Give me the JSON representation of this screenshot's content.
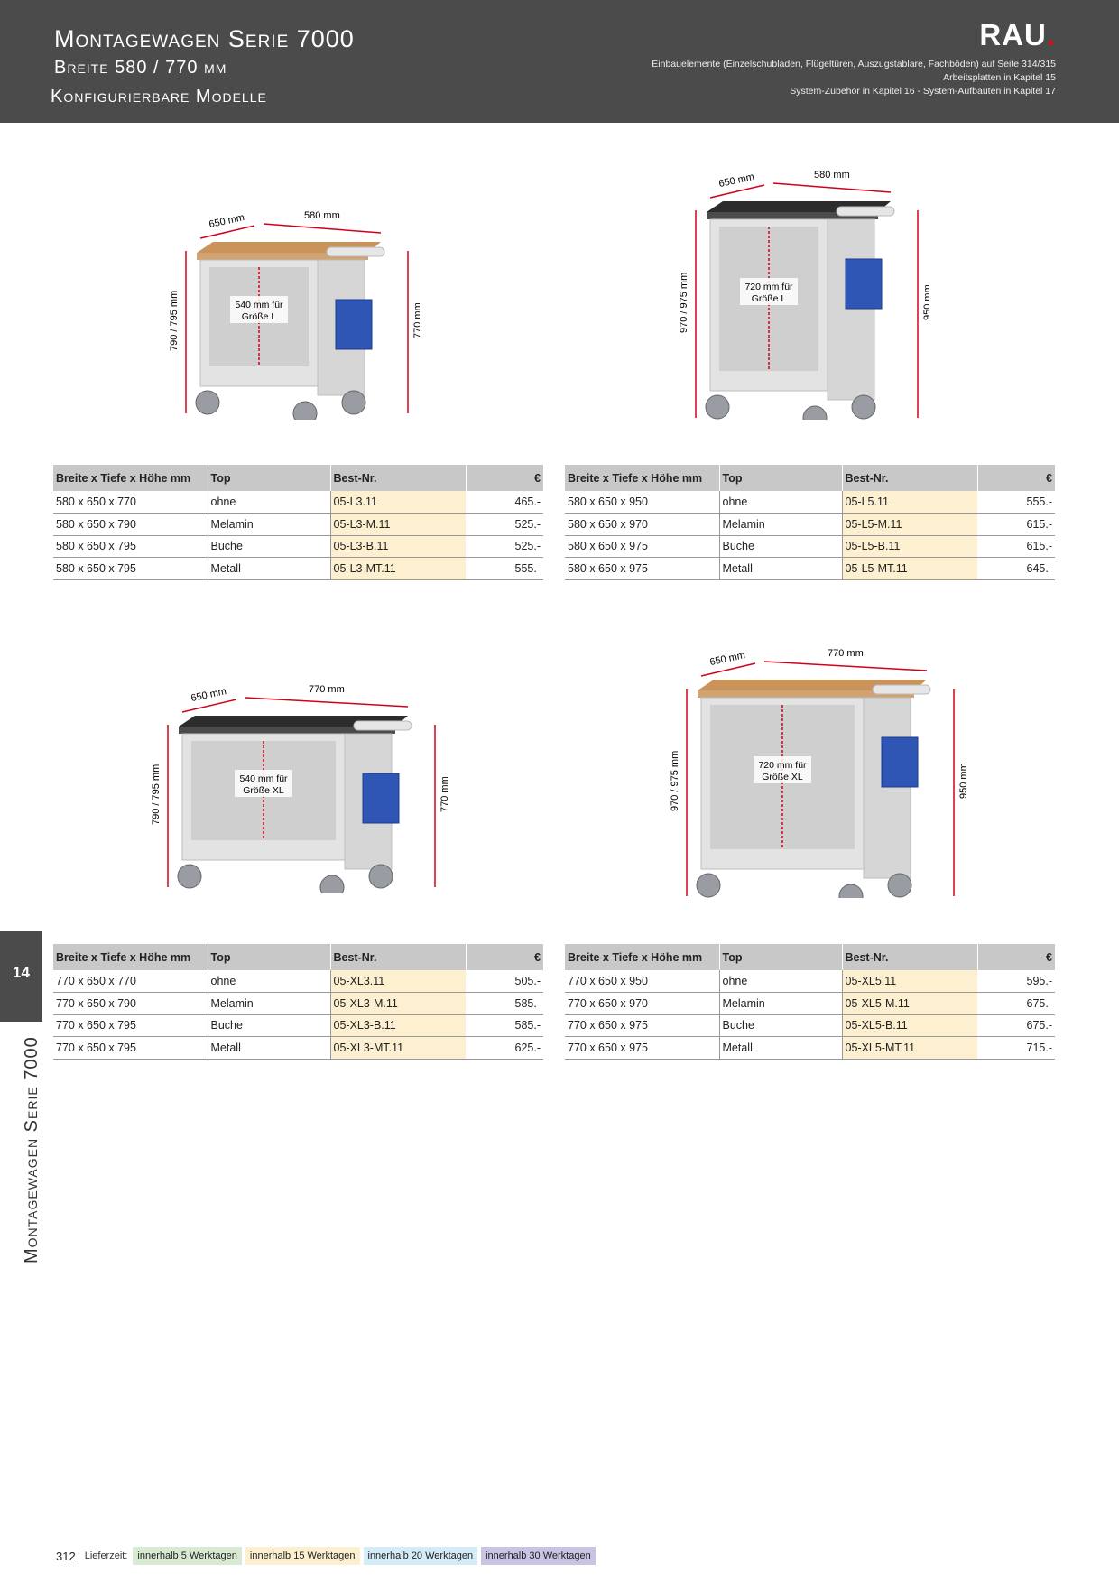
{
  "header": {
    "title": "Montagewagen Serie 7000",
    "subtitle": "Breite 580 / 770 mm",
    "subtitle2": "Konfigurierbare Modelle",
    "logo": "RAU",
    "logo_dot": ".",
    "notes": [
      "Einbauelemente (Einzelschubladen, Flügeltüren, Auszugstablare, Fachböden) auf Seite 314/315",
      "Arbeitsplatten in Kapitel 15",
      "System-Zubehör in Kapitel 16 - System-Aufbauten in Kapitel 17"
    ]
  },
  "side": {
    "chapter": "14",
    "label": "Montagewagen Serie 7000"
  },
  "products": [
    {
      "depth": "650 mm",
      "width": "580 mm",
      "height_left": "790 / 795 mm",
      "height_right": "770 mm",
      "inner": [
        "540 mm für",
        "Größe L"
      ],
      "top_color": "#c9935a"
    },
    {
      "depth": "650 mm",
      "width": "580 mm",
      "height_left": "970 / 975 mm",
      "height_right": "950 mm",
      "inner": [
        "720 mm für",
        "Größe L"
      ],
      "top_color": "#2c2c2c"
    },
    {
      "depth": "650 mm",
      "width": "770 mm",
      "height_left": "790 / 795 mm",
      "height_right": "770 mm",
      "inner": [
        "540 mm für",
        "Größe XL"
      ],
      "top_color": "#2c2c2c"
    },
    {
      "depth": "650 mm",
      "width": "770 mm",
      "height_left": "970 / 975 mm",
      "height_right": "950 mm",
      "inner": [
        "720 mm für",
        "Größe XL"
      ],
      "top_color": "#c9935a"
    }
  ],
  "table_headers": {
    "dims": "Breite x Tiefe x Höhe mm",
    "top": "Top",
    "best": "Best-Nr.",
    "eur": "€"
  },
  "tables": [
    {
      "rows": [
        {
          "dims": "580 x 650 x 770",
          "top": "ohne",
          "best": "05-L3.11",
          "price": "465.-"
        },
        {
          "dims": "580 x 650 x 790",
          "top": "Melamin",
          "best": "05-L3-M.11",
          "price": "525.-"
        },
        {
          "dims": "580 x 650 x 795",
          "top": "Buche",
          "best": "05-L3-B.11",
          "price": "525.-"
        },
        {
          "dims": "580 x 650 x 795",
          "top": "Metall",
          "best": "05-L3-MT.11",
          "price": "555.-"
        }
      ]
    },
    {
      "rows": [
        {
          "dims": "580 x 650 x 950",
          "top": "ohne",
          "best": "05-L5.11",
          "price": "555.-"
        },
        {
          "dims": "580 x 650 x 970",
          "top": "Melamin",
          "best": "05-L5-M.11",
          "price": "615.-"
        },
        {
          "dims": "580 x 650 x 975",
          "top": "Buche",
          "best": "05-L5-B.11",
          "price": "615.-"
        },
        {
          "dims": "580 x 650 x 975",
          "top": "Metall",
          "best": "05-L5-MT.11",
          "price": "645.-"
        }
      ]
    },
    {
      "rows": [
        {
          "dims": "770 x 650 x 770",
          "top": "ohne",
          "best": "05-XL3.11",
          "price": "505.-"
        },
        {
          "dims": "770 x 650 x 790",
          "top": "Melamin",
          "best": "05-XL3-M.11",
          "price": "585.-"
        },
        {
          "dims": "770 x 650 x 795",
          "top": "Buche",
          "best": "05-XL3-B.11",
          "price": "585.-"
        },
        {
          "dims": "770 x 650 x 795",
          "top": "Metall",
          "best": "05-XL3-MT.11",
          "price": "625.-"
        }
      ]
    },
    {
      "rows": [
        {
          "dims": "770 x 650 x 950",
          "top": "ohne",
          "best": "05-XL5.11",
          "price": "595.-"
        },
        {
          "dims": "770 x 650 x 970",
          "top": "Melamin",
          "best": "05-XL5-M.11",
          "price": "675.-"
        },
        {
          "dims": "770 x 650 x 975",
          "top": "Buche",
          "best": "05-XL5-B.11",
          "price": "675.-"
        },
        {
          "dims": "770 x 650 x 975",
          "top": "Metall",
          "best": "05-XL5-MT.11",
          "price": "715.-"
        }
      ]
    }
  ],
  "footer": {
    "page": "312",
    "lieferzeit": "Lieferzeit:",
    "chips": [
      {
        "label": "innerhalb 5 Werktagen",
        "color": "#d9ead3"
      },
      {
        "label": "innerhalb 15 Werktagen",
        "color": "#fdf0d0"
      },
      {
        "label": "innerhalb 20 Werktagen",
        "color": "#d4ecf7"
      },
      {
        "label": "innerhalb 30 Werktagen",
        "color": "#c9c4e3"
      }
    ]
  }
}
